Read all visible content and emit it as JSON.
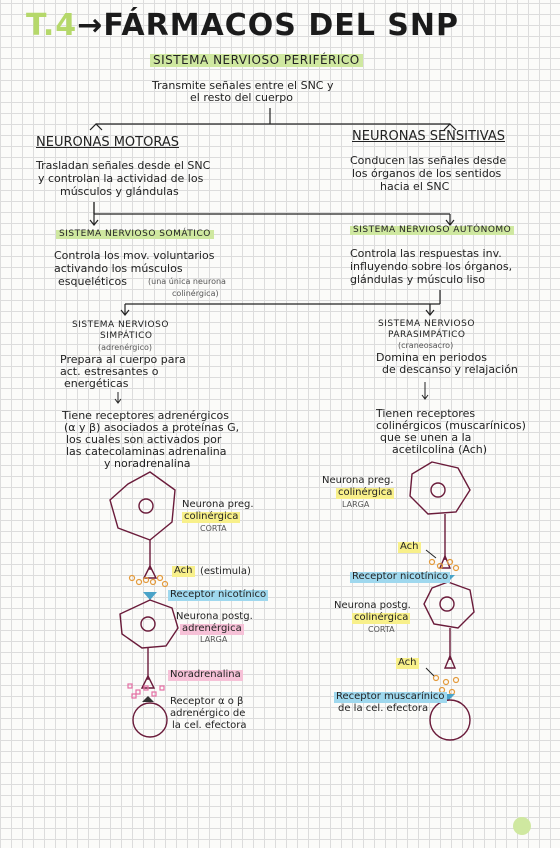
{
  "title": {
    "num": "T.4",
    "arrow": "→",
    "text": "FÁRMACOS DEL SNP"
  },
  "snp": {
    "label": "SISTEMA NERVIOSO PERIFÉRICO",
    "desc1": "Transmite señales entre el SNC y",
    "desc2": "el resto del cuerpo"
  },
  "motoras": {
    "label": "NEURONAS MOTORAS",
    "l1": "Trasladan señales desde el SNC",
    "l2": "y controlan la actividad de los",
    "l3": "músculos y glándulas"
  },
  "sensitivas": {
    "label": "NEURONAS SENSITIVAS",
    "l1": "Conducen las señales desde",
    "l2": "los órganos de los sentidos",
    "l3": "hacia el SNC"
  },
  "somatico": {
    "label": "SISTEMA NERVIOSO SOMÁTICO",
    "l1": "Controla los mov. voluntarios",
    "l2": "activando los músculos",
    "l3": "esqueléticos",
    "note1": "(una única neurona",
    "note2": "colinérgica)"
  },
  "autonomo": {
    "label": "SISTEMA NERVIOSO AUTÓNOMO",
    "l1": "Controla las respuestas inv.",
    "l2": "influyendo sobre los órganos,",
    "l3": "glándulas y músculo liso"
  },
  "simpatico": {
    "label1": "SISTEMA NERVIOSO",
    "label2": "SIMPÁTICO",
    "sub": "(adrenérgico)",
    "l1": "Prepara al cuerpo para",
    "l2": "act. estresantes o",
    "l3": "energéticas",
    "rec1": "Tiene receptores adrenérgicos",
    "rec2": "(α y β) asociados a proteínas G,",
    "rec3": "los cuales son activados por",
    "rec4": "las catecolaminas adrenalina",
    "rec5": "y noradrenalina"
  },
  "parasimpatico": {
    "label1": "SISTEMA NERVIOSO",
    "label2": "PARASIMPÁTICO",
    "sub": "(craneosacro)",
    "l1": "Domina en periodos",
    "l2": "de descanso y relajación",
    "rec1": "Tienen receptores",
    "rec2": "colinérgicos (muscarínicos)",
    "rec3": "que se unen a la",
    "rec4": "acetilcolina (Ach)"
  },
  "left_diagram": {
    "pre1": "Neurona preg.",
    "pre2": "colinérgica",
    "pre3": "CORTA",
    "ach": "Ach",
    "ach_note": "(estimula)",
    "nic": "Receptor nicotínico",
    "post1": "Neurona postg.",
    "post2": "adrenérgica",
    "post3": "LARGA",
    "nora": "Noradrenalina",
    "rec1": "Receptor α o β",
    "rec2": "adrenérgico de",
    "rec3": "la cel. efectora"
  },
  "right_diagram": {
    "pre1": "Neurona preg.",
    "pre2": "colinérgica",
    "pre3": "LARGA",
    "ach1": "Ach",
    "nic": "Receptor nicotínico",
    "post1": "Neurona postg.",
    "post2": "colinérgica",
    "post3": "CORTA",
    "ach2": "Ach",
    "mus1": "Receptor muscarínico",
    "mus2": "de la cel. efectora"
  },
  "colors": {
    "green": "#cfe8a0",
    "yellow": "#f8f08a",
    "pink": "#f6c1d7",
    "blue": "#9fd8ee",
    "neuron": "#6a1b3a"
  }
}
